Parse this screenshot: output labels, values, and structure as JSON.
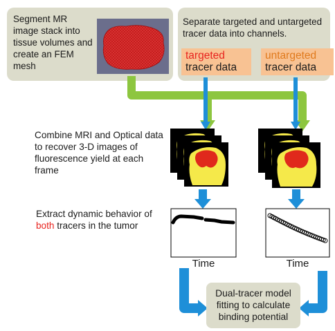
{
  "steps": {
    "segment": {
      "text": "Segment MR image stack into tissue volumes and create an FEM mesh"
    },
    "separate": {
      "text": "Separate targeted and untargeted tracer data into channels.",
      "targeted": {
        "word": "targeted",
        "rest": "tracer data"
      },
      "untargeted": {
        "word": "untargeted",
        "rest": "tracer data"
      }
    },
    "combine": {
      "text": "Combine MRI and Optical data to recover 3-D images of fluorescence yield at each frame"
    },
    "extract": {
      "before": "Extract dynamic behavior of ",
      "highlight": "both",
      "after": " tracers in the tumor"
    },
    "plots": {
      "xlabel_left": "Time",
      "xlabel_right": "Time"
    },
    "fit": {
      "text": "Dual-tracer model fitting to calculate binding potential"
    }
  },
  "colors": {
    "panel": "#dcdccb",
    "tag_box": "#f8c293",
    "green_arrow": "#8dc63f",
    "blue_arrow": "#1e8fd8",
    "mesh": "#cc1f1f",
    "highlight_text": "#e8231e",
    "untargeted_text": "#e07a1d"
  }
}
